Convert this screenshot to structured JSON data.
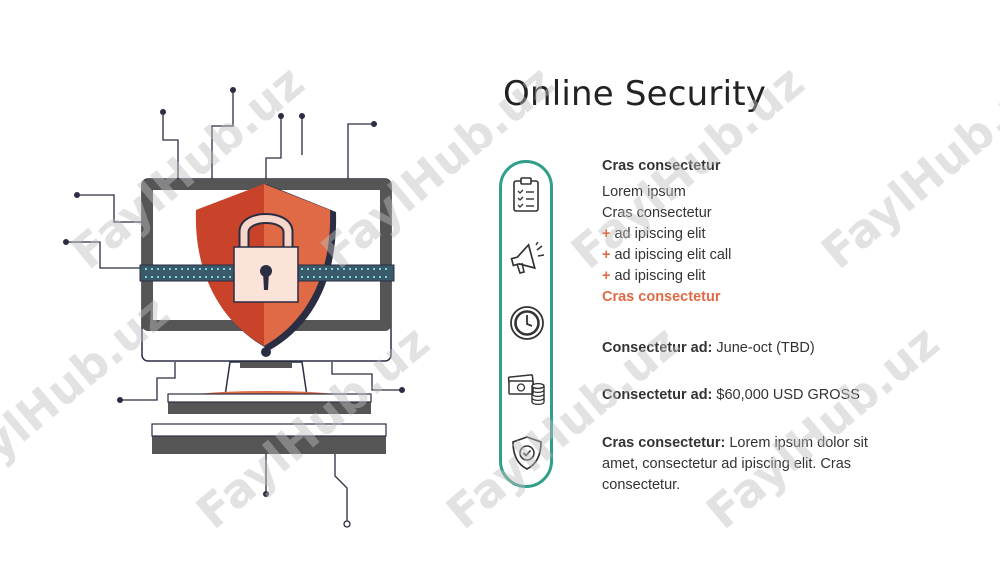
{
  "slide": {
    "title": "Online Security"
  },
  "section1": {
    "heading": "Cras consectetur",
    "lines": [
      {
        "prefix": "",
        "text": "Lorem ipsum"
      },
      {
        "prefix": "",
        "text": "Cras consectetur"
      },
      {
        "prefix": "+",
        "text": "ad ipiscing elit"
      },
      {
        "prefix": "+",
        "text": "ad ipiscing elit call"
      },
      {
        "prefix": "+",
        "text": "ad ipiscing elit"
      }
    ],
    "highlight": "Cras consectetur"
  },
  "section2": {
    "label": "Consectetur ad:",
    "value": "June-oct (TBD)"
  },
  "section3": {
    "label": "Consectetur ad:",
    "value": "$60,000 USD GROSS"
  },
  "section4": {
    "label": "Cras consectetur:",
    "value": "Lorem ipsum dolor sit amet, consectetur ad ipiscing elit. Cras consectetur."
  },
  "icons": [
    "clipboard-checklist-icon",
    "megaphone-icon",
    "clock-icon",
    "money-icon",
    "shield-check-icon"
  ],
  "watermark": "FaylHub.uz",
  "colors": {
    "accent": "#e06a45",
    "shield_dark": "#c8432a",
    "teal": "#2f9e8a",
    "dark_gray": "#555555"
  }
}
